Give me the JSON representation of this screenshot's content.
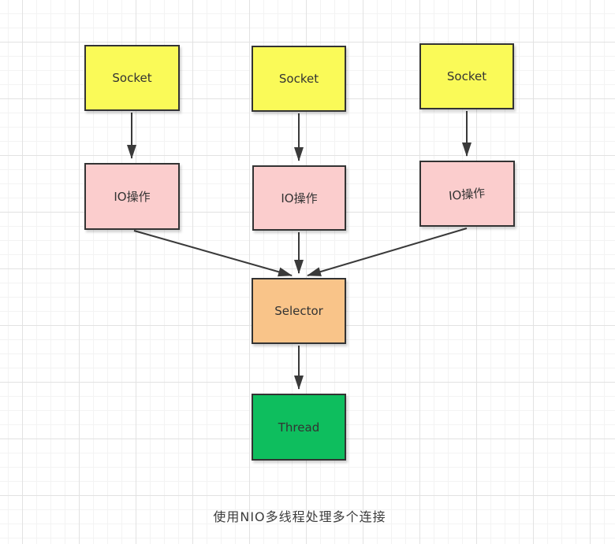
{
  "diagram": {
    "caption": "使用NIO多线程处理多个连接",
    "nodes": [
      {
        "id": "socket-1",
        "label": "Socket",
        "fill": "#fafa58"
      },
      {
        "id": "socket-2",
        "label": "Socket",
        "fill": "#fafa58"
      },
      {
        "id": "socket-3",
        "label": "Socket",
        "fill": "#fafa58"
      },
      {
        "id": "io-1",
        "label": "IO操作",
        "fill": "#fbcdcd"
      },
      {
        "id": "io-2",
        "label": "IO操作",
        "fill": "#fbcdcd"
      },
      {
        "id": "io-3",
        "label": "IO操作",
        "fill": "#fbcdcd"
      },
      {
        "id": "selector",
        "label": "Selector",
        "fill": "#f9c489"
      },
      {
        "id": "thread",
        "label": "Thread",
        "fill": "#0ebe5e"
      }
    ],
    "edges": [
      {
        "from": "socket-1",
        "to": "io-1"
      },
      {
        "from": "socket-2",
        "to": "io-2"
      },
      {
        "from": "socket-3",
        "to": "io-3"
      },
      {
        "from": "io-1",
        "to": "selector"
      },
      {
        "from": "io-2",
        "to": "selector"
      },
      {
        "from": "io-3",
        "to": "selector"
      },
      {
        "from": "selector",
        "to": "thread"
      }
    ],
    "colors": {
      "socket_fill": "#fafa58",
      "io_fill": "#fbcdcd",
      "selector_fill": "#f9c489",
      "thread_fill": "#0ebe5e",
      "node_border": "#333333",
      "arrow": "#3a3a3a",
      "grid_minor": "#f3f3f3",
      "grid_major": "#e2e2e2",
      "canvas_bg": "#ffffff",
      "text": "#333333"
    }
  }
}
